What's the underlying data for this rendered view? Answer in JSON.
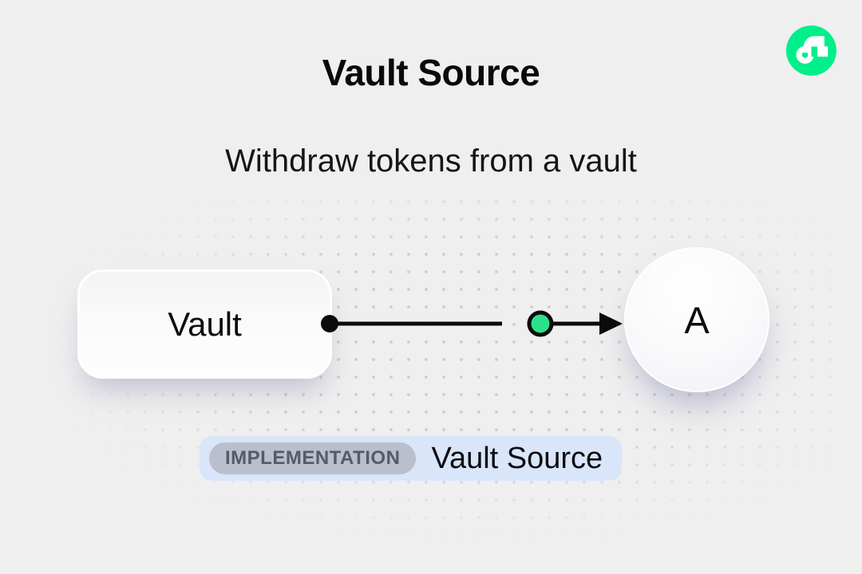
{
  "header": {
    "title": "Vault Source",
    "subtitle": "Withdraw tokens from a vault"
  },
  "logo": {
    "name": "flow-logo",
    "brand_color": "#00EF8B"
  },
  "diagram": {
    "vault_node": {
      "label": "Vault"
    },
    "account_node": {
      "label": "A"
    },
    "connector": {
      "start_dot_color": "#0B0B0C",
      "midpoint_dot_color": "#2BE08A",
      "line_color": "#0B0B0C"
    }
  },
  "implementation_badge": {
    "tag": "IMPLEMENTATION",
    "label": "Vault Source",
    "container_color": "#D9E5F9",
    "tag_bg_color": "#B9BFCC"
  },
  "colors": {
    "background": "#EFEFEF",
    "dot_grid": "#C6C6CB",
    "text": "#0A0A0C"
  }
}
